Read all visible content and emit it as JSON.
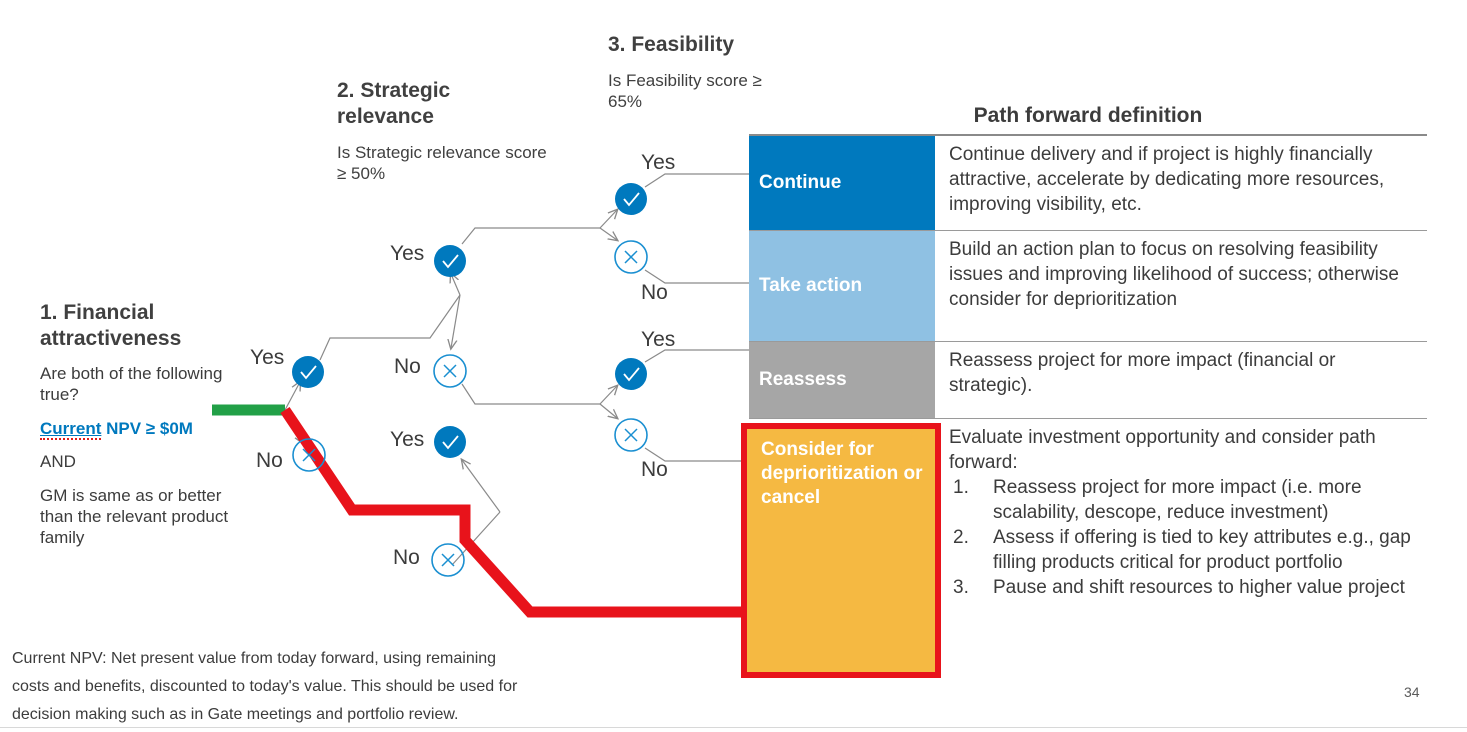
{
  "stages": [
    {
      "title": "1. Financial attractiveness",
      "question": "Are both of the following true?",
      "criterion_bold": "Current NPV ≥ $0M",
      "criterion_word_1": "Current",
      "criterion_word_2": " NPV ≥ $0M",
      "conjunction": "AND",
      "criterion_2": "GM is same as or better than the relevant product family"
    },
    {
      "title": "2. Strategic relevance",
      "subtitle": "Is Strategic relevance score ≥ 50%"
    },
    {
      "title": "3. Feasibility",
      "subtitle": "Is Feasibility score ≥ 65%"
    }
  ],
  "branch_labels": {
    "stage1_yes": "Yes",
    "stage1_no": "No",
    "stage2_upper_yes": "Yes",
    "stage2_upper_no": "No",
    "stage2_lower_yes": "Yes",
    "stage2_lower_no": "No",
    "stage3_a_yes": "Yes",
    "stage3_a_no": "No",
    "stage3_b_yes": "Yes",
    "stage3_b_no": "No"
  },
  "table": {
    "header": "Path forward definition",
    "rows": [
      {
        "category": "Continue",
        "color": "#0079be",
        "description": "Continue delivery and if project is highly financially attractive, accelerate by dedicating more resources, improving visibility, etc."
      },
      {
        "category": "Take action",
        "color": "#8fc1e3",
        "description": "Build an action plan to focus on resolving feasibility issues and improving likelihood of success; otherwise consider for deprioritization"
      },
      {
        "category": "Reassess",
        "color": "#a6a6a6",
        "description": "Reassess project for more impact (financial or strategic)."
      },
      {
        "category": "Consider for deprioritization or cancel",
        "color": "#f5b942",
        "highlight_color": "#e8131b",
        "description_intro": "Evaluate investment opportunity and consider path forward:",
        "description_items": [
          "Reassess project for more impact (i.e. more scalability, descope, reduce investment)",
          "Assess if offering is tied to key attributes e.g., gap filling products critical for product portfolio",
          "Pause and shift resources to higher value project"
        ]
      }
    ]
  },
  "footnote": "Current NPV: Net present value from today forward, using remaining costs and benefits, discounted to today's value. This should be used for decision making such as in Gate meetings and portfolio review.",
  "page_number": "34",
  "colors": {
    "accent_blue": "#0079be",
    "light_blue": "#8fc1e3",
    "gray": "#a6a6a6",
    "orange": "#f5b942",
    "red_path": "#e8131b",
    "green_path": "#22a047",
    "line_gray": "#8a8a8a"
  }
}
